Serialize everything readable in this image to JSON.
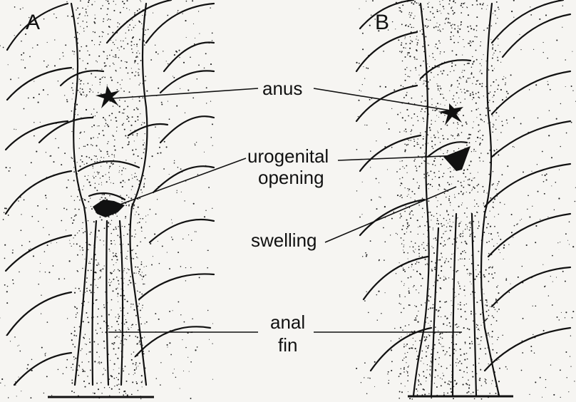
{
  "panels": [
    {
      "letter": "A"
    },
    {
      "letter": "B"
    }
  ],
  "labels": {
    "anus": "anus",
    "urogenital_line1": "urogenital",
    "urogenital_line2": "opening",
    "swelling": "swelling",
    "anal_line1": "anal",
    "anal_line2": "fin"
  },
  "colors": {
    "ink": "#111111",
    "paper": "#f6f5f2"
  }
}
